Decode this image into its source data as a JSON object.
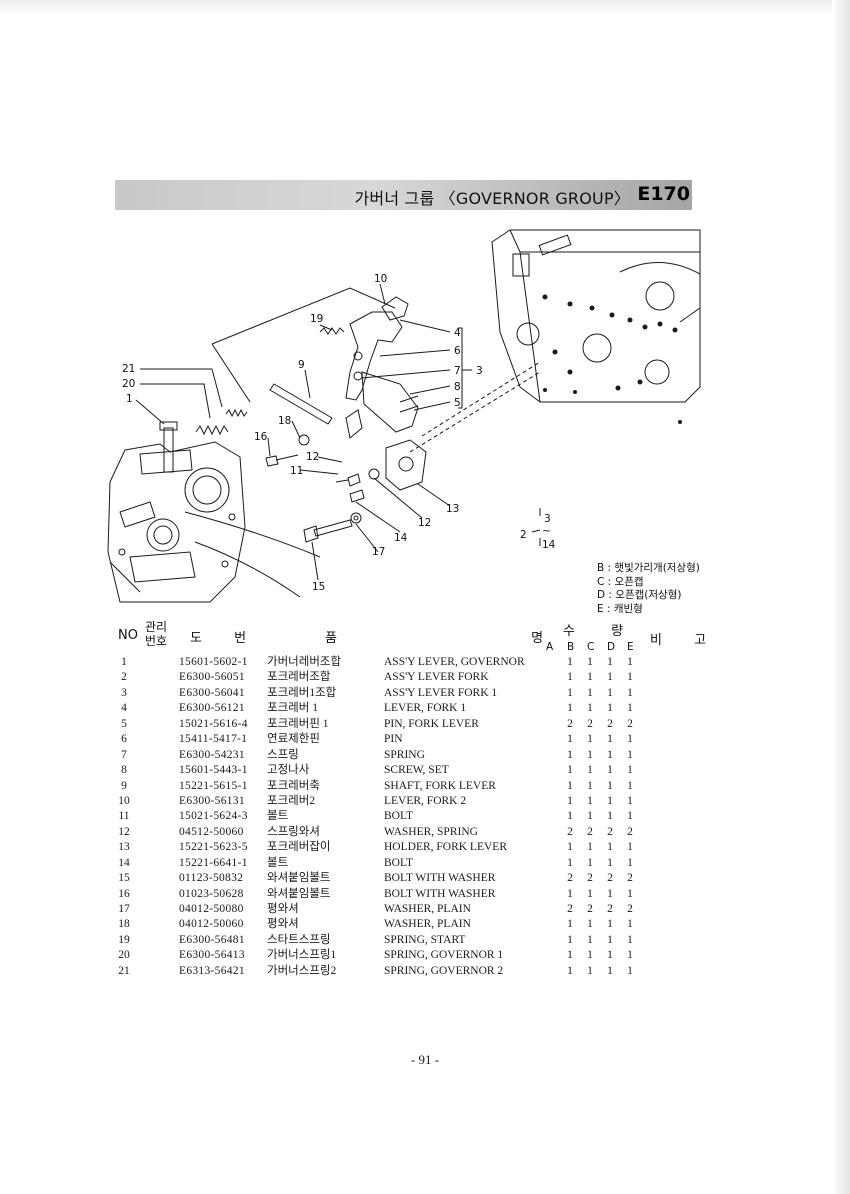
{
  "title": {
    "text": "가버너 그룹 〈GOVERNOR GROUP〉",
    "code": "E170"
  },
  "diagram": {
    "callouts": [
      "10",
      "19",
      "4",
      "6",
      "7",
      "8",
      "5",
      "3",
      "9",
      "21",
      "20",
      "1",
      "18",
      "16",
      "12",
      "11",
      "13",
      "12",
      "14",
      "17",
      "15"
    ],
    "note_top": "3",
    "note_mid": "~",
    "note_bottom": "14",
    "note_left": "2"
  },
  "legend": [
    "B : 햇빛가리개(저상형)",
    "C : 오픈캡",
    "D : 오픈캡(저상형)",
    "E : 캐빈형"
  ],
  "header": {
    "no": "NO",
    "mgmt": "관리 번호",
    "drawing_no": "도 번",
    "part_name": "품 명",
    "quantity": "수 량",
    "remarks": "비 고",
    "variants": [
      "A",
      "B",
      "C",
      "D",
      "E"
    ]
  },
  "parts": [
    {
      "no": "1",
      "part_no": "15601-5602-1",
      "name_kr": "가버너레버조합",
      "name_en": "ASS'Y LEVER, GOVERNOR",
      "qty": [
        "1",
        "1",
        "1",
        "1"
      ]
    },
    {
      "no": "2",
      "part_no": "E6300-56051",
      "name_kr": "포크레버조합",
      "name_en": "ASS'Y LEVER FORK",
      "qty": [
        "1",
        "1",
        "1",
        "1"
      ]
    },
    {
      "no": "3",
      "part_no": "E6300-56041",
      "name_kr": "포크레버1조합",
      "name_en": "ASS'Y LEVER FORK 1",
      "qty": [
        "1",
        "1",
        "1",
        "1"
      ]
    },
    {
      "no": "4",
      "part_no": "E6300-56121",
      "name_kr": "포크레버 1",
      "name_en": "LEVER, FORK 1",
      "qty": [
        "1",
        "1",
        "1",
        "1"
      ]
    },
    {
      "no": "5",
      "part_no": "15021-5616-4",
      "name_kr": "포크레버핀 1",
      "name_en": "PIN, FORK LEVER",
      "qty": [
        "2",
        "2",
        "2",
        "2"
      ]
    },
    {
      "no": "6",
      "part_no": "15411-5417-1",
      "name_kr": "연료제한핀",
      "name_en": "PIN",
      "qty": [
        "1",
        "1",
        "1",
        "1"
      ]
    },
    {
      "no": "7",
      "part_no": "E6300-54231",
      "name_kr": "스프링",
      "name_en": "SPRING",
      "qty": [
        "1",
        "1",
        "1",
        "1"
      ]
    },
    {
      "no": "8",
      "part_no": "15601-5443-1",
      "name_kr": "고정나사",
      "name_en": "SCREW, SET",
      "qty": [
        "1",
        "1",
        "1",
        "1"
      ]
    },
    {
      "no": "9",
      "part_no": "15221-5615-1",
      "name_kr": "포크레버축",
      "name_en": "SHAFT, FORK LEVER",
      "qty": [
        "1",
        "1",
        "1",
        "1"
      ]
    },
    {
      "no": "10",
      "part_no": "E6300-56131",
      "name_kr": "포크레버2",
      "name_en": "LEVER, FORK 2",
      "qty": [
        "1",
        "1",
        "1",
        "1"
      ]
    },
    {
      "no": "11",
      "part_no": "15021-5624-3",
      "name_kr": "볼트",
      "name_en": "BOLT",
      "qty": [
        "1",
        "1",
        "1",
        "1"
      ]
    },
    {
      "no": "12",
      "part_no": "04512-50060",
      "name_kr": "스프링와셔",
      "name_en": "WASHER, SPRING",
      "qty": [
        "2",
        "2",
        "2",
        "2"
      ]
    },
    {
      "no": "13",
      "part_no": "15221-5623-5",
      "name_kr": "포크레버잡이",
      "name_en": "HOLDER, FORK LEVER",
      "qty": [
        "1",
        "1",
        "1",
        "1"
      ]
    },
    {
      "no": "14",
      "part_no": "15221-6641-1",
      "name_kr": "볼트",
      "name_en": "BOLT",
      "qty": [
        "1",
        "1",
        "1",
        "1"
      ]
    },
    {
      "no": "15",
      "part_no": "01123-50832",
      "name_kr": "와셔붙임볼트",
      "name_en": "BOLT WITH WASHER",
      "qty": [
        "2",
        "2",
        "2",
        "2"
      ]
    },
    {
      "no": "16",
      "part_no": "01023-50628",
      "name_kr": "와셔붙임볼트",
      "name_en": "BOLT WITH WASHER",
      "qty": [
        "1",
        "1",
        "1",
        "1"
      ]
    },
    {
      "no": "17",
      "part_no": "04012-50080",
      "name_kr": "평와셔",
      "name_en": "WASHER, PLAIN",
      "qty": [
        "2",
        "2",
        "2",
        "2"
      ]
    },
    {
      "no": "18",
      "part_no": "04012-50060",
      "name_kr": "평와셔",
      "name_en": "WASHER, PLAIN",
      "qty": [
        "1",
        "1",
        "1",
        "1"
      ]
    },
    {
      "no": "19",
      "part_no": "E6300-56481",
      "name_kr": "스타트스프링",
      "name_en": "SPRING, START",
      "qty": [
        "1",
        "1",
        "1",
        "1"
      ]
    },
    {
      "no": "20",
      "part_no": "E6300-56413",
      "name_kr": "가버너스프링1",
      "name_en": "SPRING, GOVERNOR 1",
      "qty": [
        "1",
        "1",
        "1",
        "1"
      ]
    },
    {
      "no": "21",
      "part_no": "E6313-56421",
      "name_kr": "가버너스프링2",
      "name_en": "SPRING, GOVERNOR 2",
      "qty": [
        "1",
        "1",
        "1",
        "1"
      ]
    }
  ],
  "page_number": "- 91 -"
}
